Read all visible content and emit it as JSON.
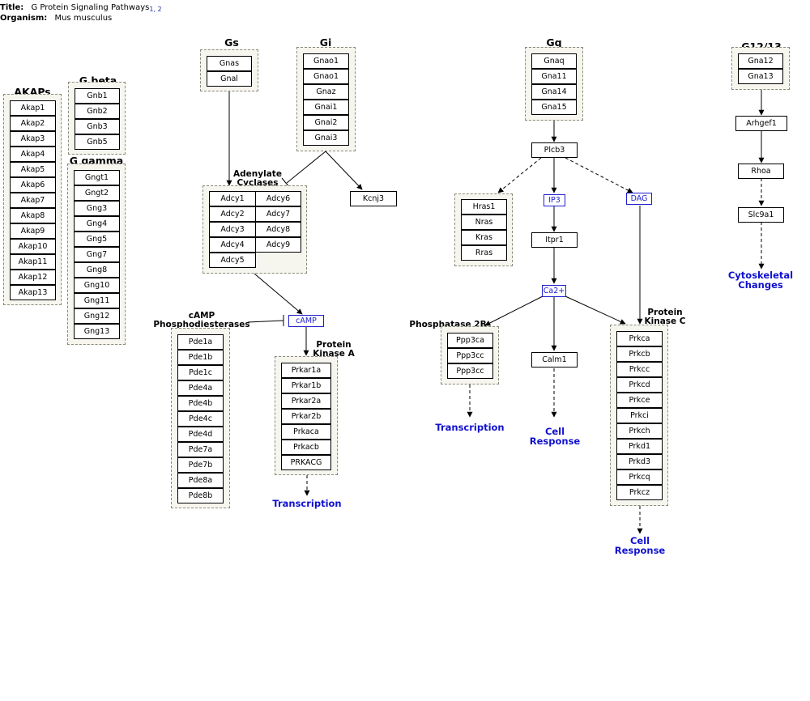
{
  "header": {
    "title_key": "Title:",
    "title_value": "G Protein Signaling Pathways",
    "title_refs": "1, 2",
    "organism_key": "Organism:",
    "organism_value": "Mus musculus"
  },
  "groups": {
    "gs": {
      "title": "Gs",
      "genes": [
        "Gnas",
        "Gnal"
      ]
    },
    "gi": {
      "title": "Gi",
      "genes": [
        "Gnao1",
        "Gnao1",
        "Gnaz",
        "Gnai1",
        "Gnai2",
        "Gnai3"
      ]
    },
    "gq": {
      "title": "Gq",
      "genes": [
        "Gnaq",
        "Gna11",
        "Gna14",
        "Gna15"
      ]
    },
    "g1213": {
      "title": "G12/13",
      "genes": [
        "Gna12",
        "Gna13"
      ]
    },
    "akaps": {
      "title": "AKAPs",
      "genes": [
        "Akap1",
        "Akap2",
        "Akap3",
        "Akap4",
        "Akap5",
        "Akap6",
        "Akap7",
        "Akap8",
        "Akap9",
        "Akap10",
        "Akap11",
        "Akap12",
        "Akap13"
      ]
    },
    "gbeta": {
      "title": "G beta",
      "genes": [
        "Gnb1",
        "Gnb2",
        "Gnb3",
        "Gnb5"
      ]
    },
    "ggamma": {
      "title": "G gamma",
      "genes": [
        "Gngt1",
        "Gngt2",
        "Gng3",
        "Gng4",
        "Gng5",
        "Gng7",
        "Gng8",
        "Gng10",
        "Gng11",
        "Gng12",
        "Gng13"
      ]
    },
    "adcy": {
      "title": "Adenylate\nCyclases",
      "genes_left": [
        "Adcy1",
        "Adcy2",
        "Adcy3",
        "Adcy4",
        "Adcy5"
      ],
      "genes_right": [
        "Adcy6",
        "Adcy7",
        "Adcy8",
        "Adcy9"
      ]
    },
    "pde": {
      "title": "cAMP\nPhosphodiesterases",
      "genes": [
        "Pde1a",
        "Pde1b",
        "Pde1c",
        "Pde4a",
        "Pde4b",
        "Pde4c",
        "Pde4d",
        "Pde7a",
        "Pde7b",
        "Pde8a",
        "Pde8b"
      ]
    },
    "pka": {
      "title": "Protein\nKinase A",
      "genes": [
        "Prkar1a",
        "Prkar1b",
        "Prkar2a",
        "Prkar2b",
        "Prkaca",
        "Prkacb",
        "PRKACG"
      ]
    },
    "ras": {
      "genes": [
        "Hras1",
        "Nras",
        "Kras",
        "Rras"
      ]
    },
    "pp2b": {
      "title": "Phosphatase 2B",
      "genes": [
        "Ppp3ca",
        "Ppp3cc",
        "Ppp3cc"
      ]
    },
    "pkc": {
      "title": "Protein\nKinase C",
      "genes": [
        "Prkca",
        "Prkcb",
        "Prkcc",
        "Prkcd",
        "Prkce",
        "Prkci",
        "Prkch",
        "Prkd1",
        "Prkd3",
        "Prkcq",
        "Prkcz"
      ]
    }
  },
  "nodes": {
    "kcnj3": "Kcnj3",
    "plcb3": "Plcb3",
    "itpr1": "Itpr1",
    "calm1": "Calm1",
    "arhgef1": "Arhgef1",
    "rhoa": "Rhoa",
    "slc9a1": "Slc9a1"
  },
  "metabolites": {
    "camp": "cAMP",
    "ip3": "IP3",
    "dag": "DAG",
    "ca2": "Ca2+"
  },
  "outcomes": {
    "transcription_pka": "Transcription",
    "transcription_pp2b": "Transcription",
    "cell_response_calm": "Cell\nResponse",
    "cell_response_pkc": "Cell\nResponse",
    "cytoskeletal": "Cytoskeletal\nChanges"
  },
  "colors": {
    "group_fill": "#f6f6ef",
    "group_border": "#8a8a7a",
    "metabolite": "#2020d0",
    "outcome": "#1010d0",
    "refs": "#1a2fb0"
  }
}
